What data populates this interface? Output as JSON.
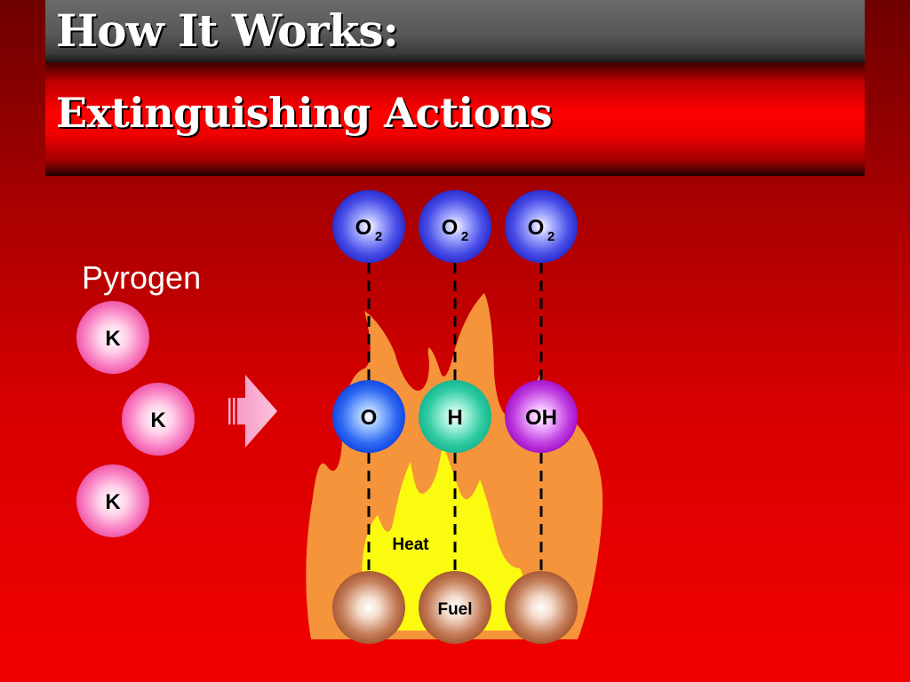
{
  "title": "How It Works:",
  "subtitle": "Extinguishing Actions",
  "pyrogen": {
    "label": "Pyrogen",
    "atom_label": "K"
  },
  "oxygen": {
    "symbol": "O",
    "subscript": "2"
  },
  "radicals": {
    "o": "O",
    "h": "H",
    "oh": "OH"
  },
  "fire": {
    "heat_label": "Heat",
    "fuel_label": "Fuel"
  },
  "colors": {
    "oxygen": "#3b3fe6",
    "radical_o": "#1e58f5",
    "radical_h": "#20c8a0",
    "radical_oh": "#b61fd6",
    "potassium": "#f56bb4",
    "fuel": "#b46a44",
    "flame_outer": "#f5943a",
    "flame_inner": "#fbfb10"
  }
}
